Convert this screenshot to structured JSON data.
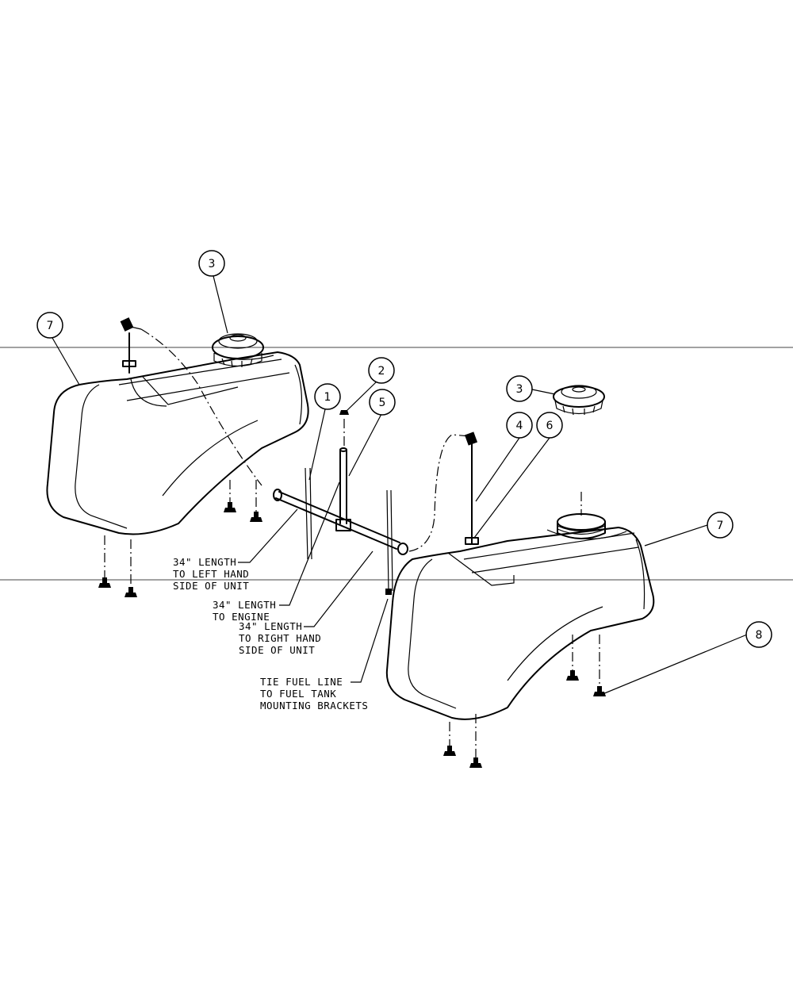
{
  "callouts": {
    "tank_left": "7",
    "cap_left": "3",
    "item_2": "2",
    "item_1": "1",
    "item_5": "5",
    "cap_right": "3",
    "item_4": "4",
    "item_6": "6",
    "tank_right": "7",
    "item_8": "8"
  },
  "notes": {
    "left_hand": [
      "34\" LENGTH",
      "TO LEFT HAND",
      "SIDE OF UNIT"
    ],
    "engine": [
      "34\" LENGTH",
      "TO ENGINE"
    ],
    "right_hand": [
      "34\" LENGTH",
      "TO RIGHT HAND",
      "SIDE OF UNIT"
    ],
    "tie": [
      "TIE FUEL LINE",
      "TO FUEL TANK",
      "MOUNTING BRACKETS"
    ]
  }
}
